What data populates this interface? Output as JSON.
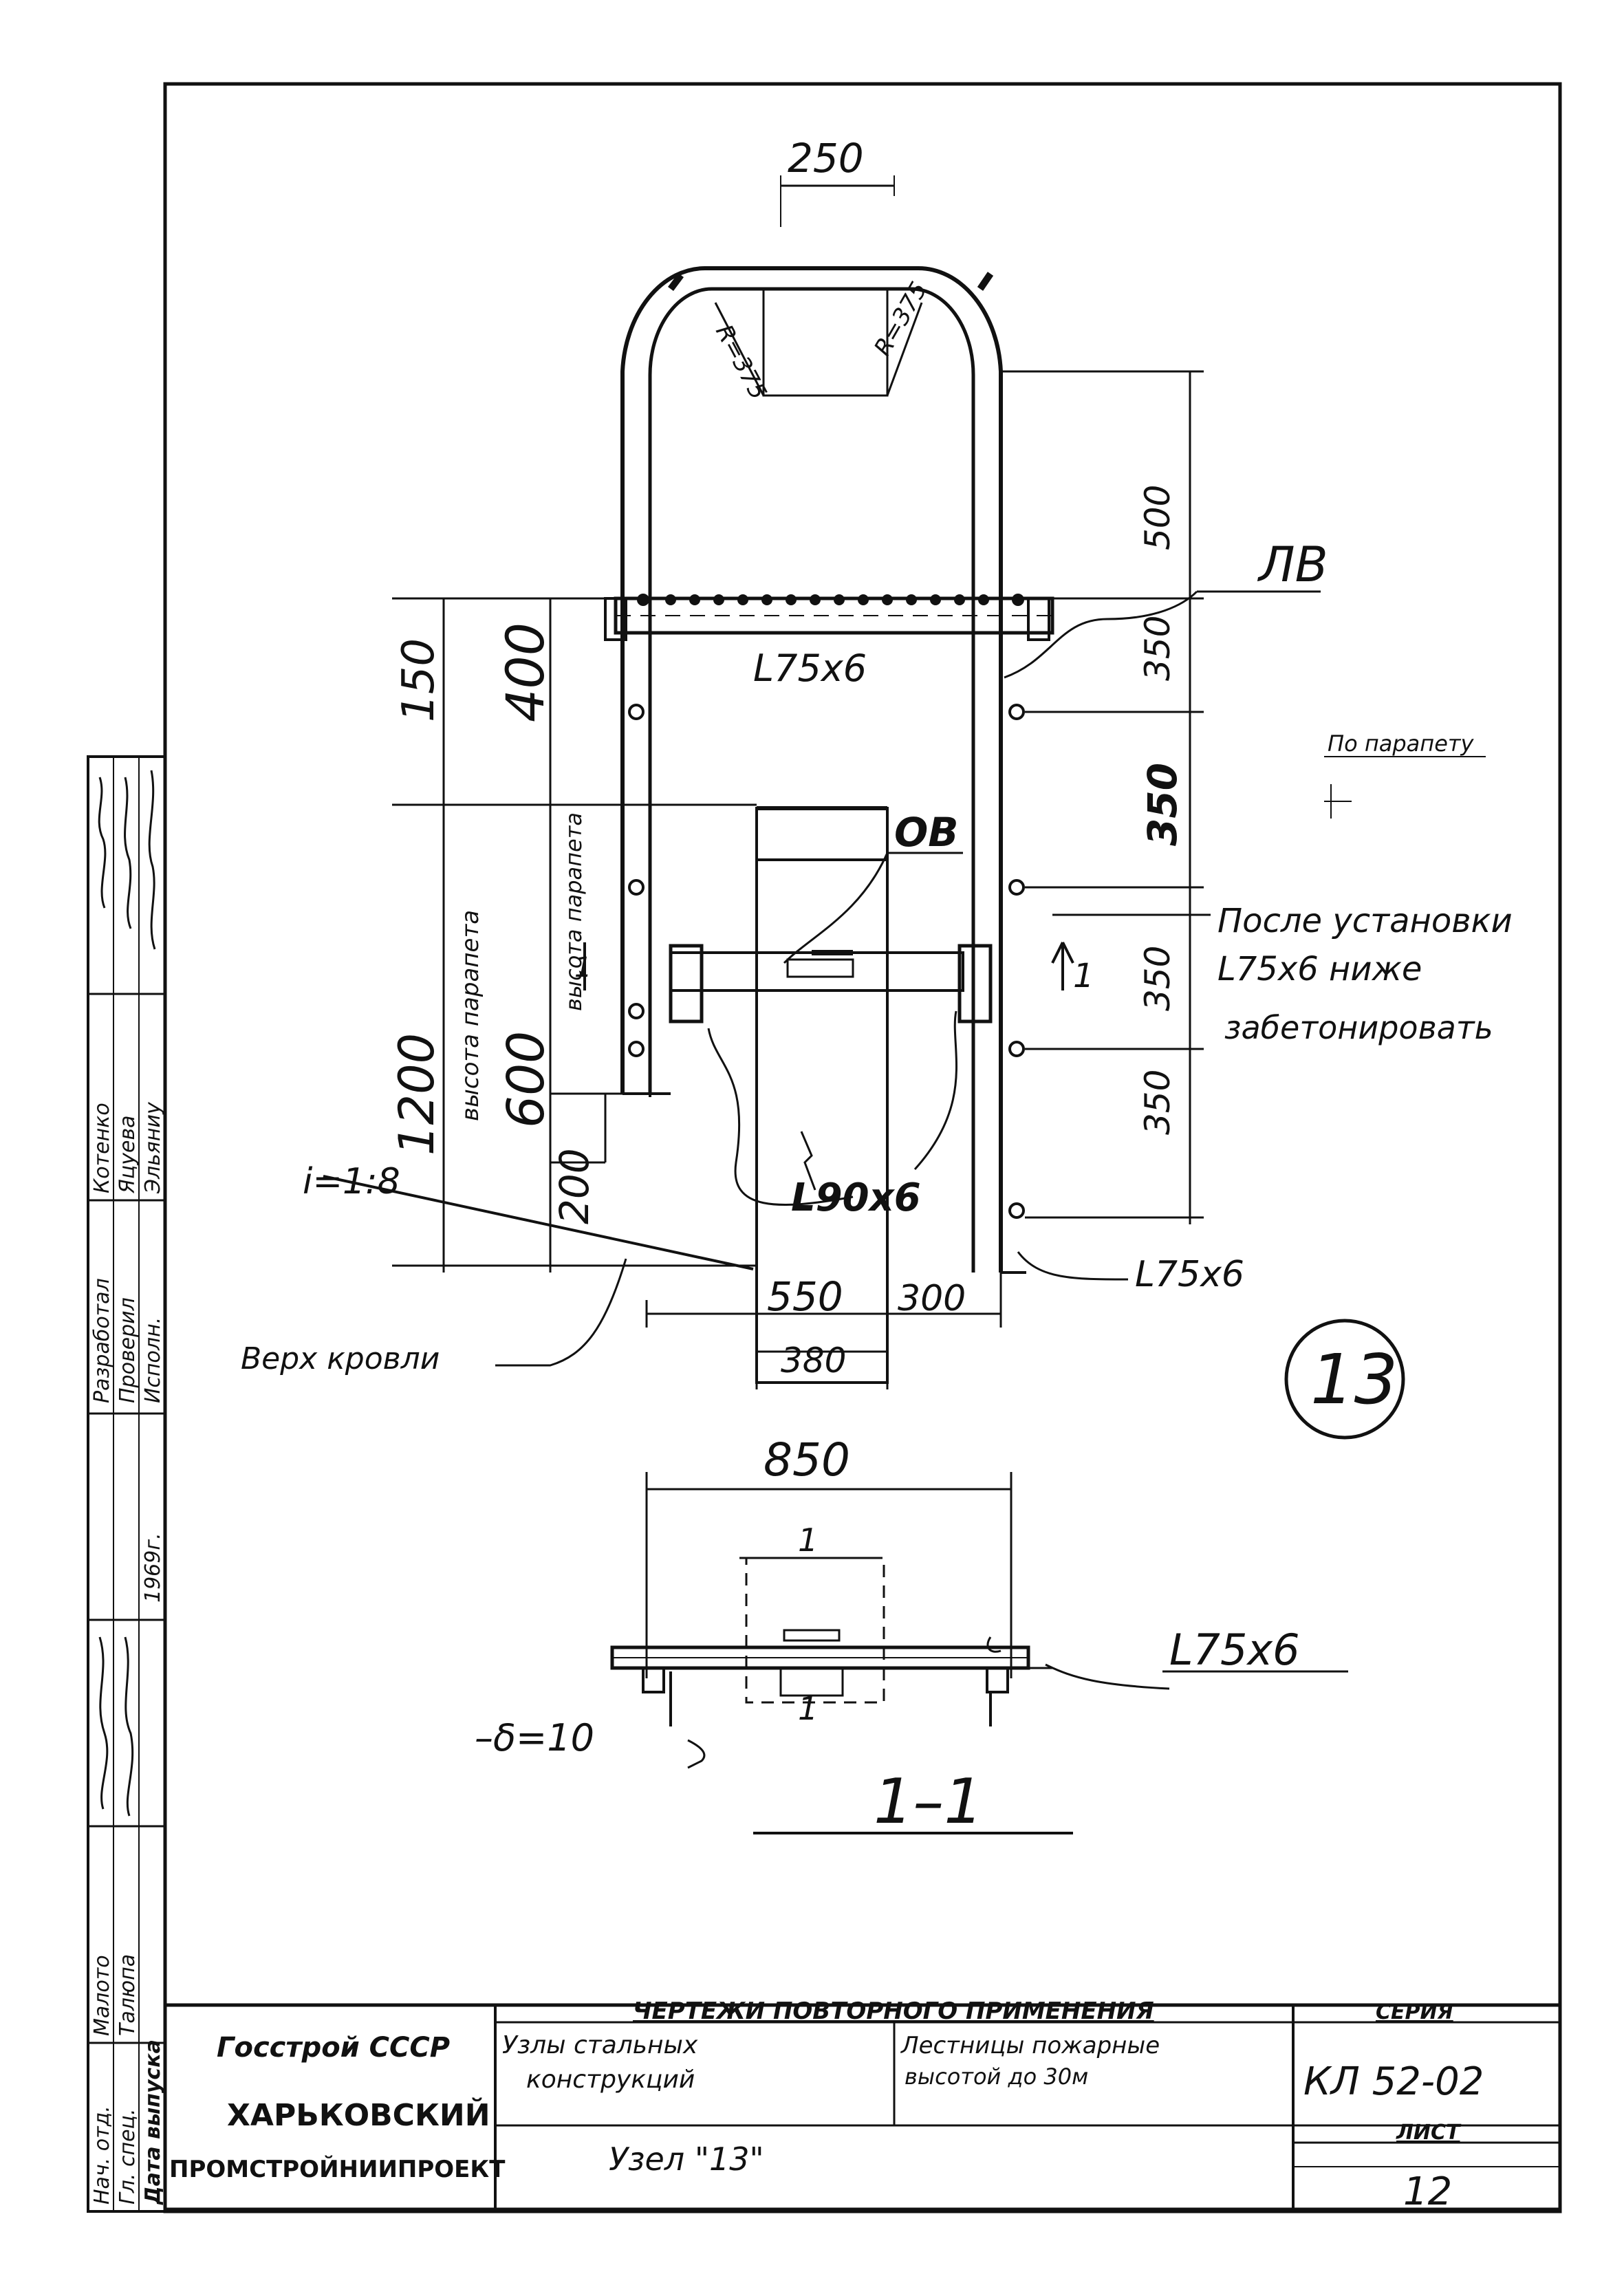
{
  "drawing": {
    "dims": {
      "top_width": "250",
      "radius_left": "R=375",
      "radius_right": "R=375",
      "right_500": "500",
      "right_350_a": "350",
      "right_350_b": "350",
      "right_350_c": "350",
      "right_350_d": "350",
      "left_150": "150",
      "left_400": "400",
      "left_1200": "1200",
      "left_600": "600",
      "left_200": "200",
      "bottom_550": "550",
      "bottom_300": "300",
      "bottom_380": "380"
    },
    "labels": {
      "lv": "ЛВ",
      "ov": "ОВ",
      "angle_top": "L75x6",
      "angle_mid": "L90x6",
      "angle_bottom": "L75x6",
      "height_parapet_1": "высота парапета",
      "height_parapet_2": "высота парапета",
      "slope": "i=1:8",
      "roof_top": "Верх кровли",
      "section_mark_left": "1",
      "section_mark_right": "1",
      "parapet_note": "По парапету",
      "note_line1": "После установки",
      "note_line2": "L75x6 ниже",
      "note_line3": "забетонировать",
      "node_number": "13"
    },
    "section": {
      "width": "850",
      "angle": "L75x6",
      "plate": "–δ=10",
      "title": "1–1",
      "mark_top": "1",
      "mark_bottom": "1"
    }
  },
  "side_stamp": {
    "roles": [
      "Разработал",
      "Проверил",
      "Исполн.",
      "Нач. отд.",
      "Гл. спец.",
      "Дата выпуска"
    ],
    "names": [
      "Котенко",
      "Яцуева",
      "Эльяниу",
      "Малото",
      "Талюпа",
      "1969г."
    ]
  },
  "title_block": {
    "org_line1": "Госстрой СССР",
    "org_line2": "ХАРЬКОВСКИЙ",
    "org_line3": "ПРОМСТРОЙНИИПРОЕКТ",
    "header": "ЧЕРТЕЖИ ПОВТОРНОГО ПРИМЕНЕНИЯ",
    "subject_line1": "Узлы стальных",
    "subject_line2": "конструкций",
    "stairs_line1": "Лестницы пожарные",
    "stairs_line2": "высотой до 30м",
    "series_label": "СЕРИЯ",
    "series_value": "КЛ 52-02",
    "node_title": "Узел \"13\"",
    "sheet_label": "ЛИСТ",
    "sheet_value": "12"
  }
}
